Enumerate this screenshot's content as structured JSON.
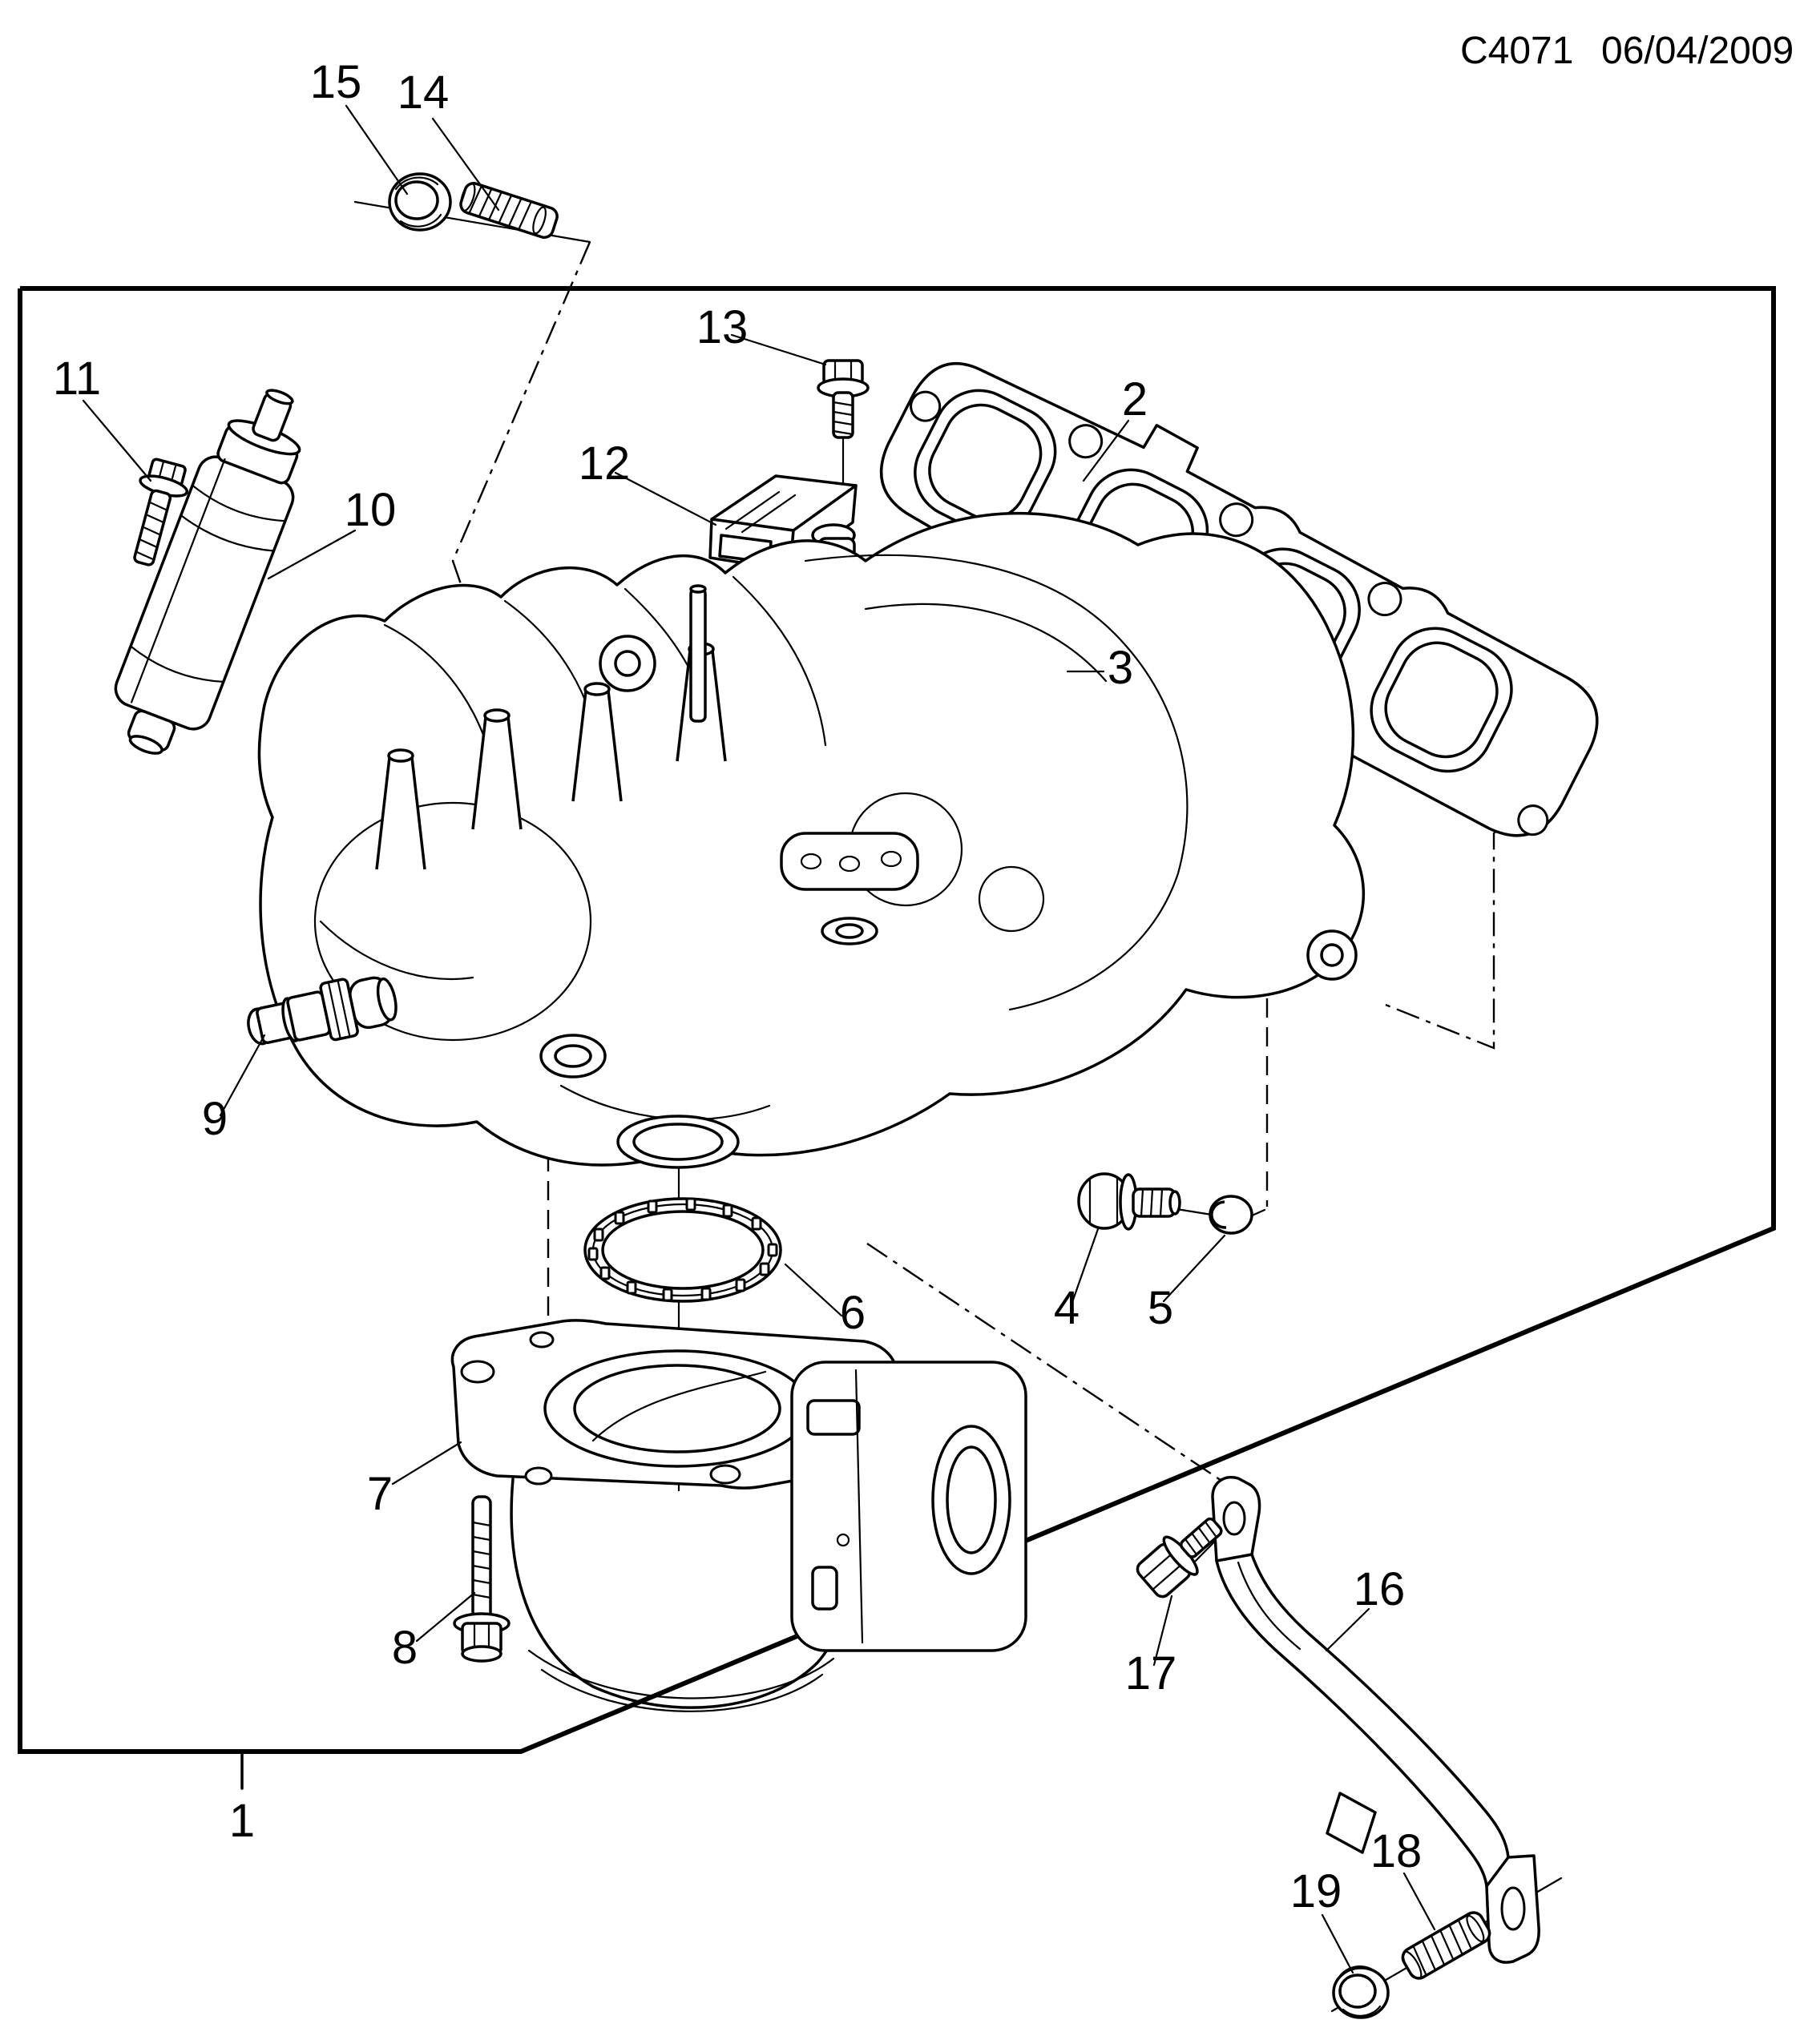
{
  "header": {
    "drawing_code": "C4071",
    "date": "06/04/2009"
  },
  "colors": {
    "line": "#000000",
    "background": "#ffffff"
  },
  "callouts": {
    "c1": "1",
    "c2": "2",
    "c3": "3",
    "c4": "4",
    "c5": "5",
    "c6": "6",
    "c7": "7",
    "c8": "8",
    "c9": "9",
    "c10": "10",
    "c11": "11",
    "c12": "12",
    "c13": "13",
    "c14": "14",
    "c15": "15",
    "c16": "16",
    "c17": "17",
    "c18": "18",
    "c19": "19"
  }
}
